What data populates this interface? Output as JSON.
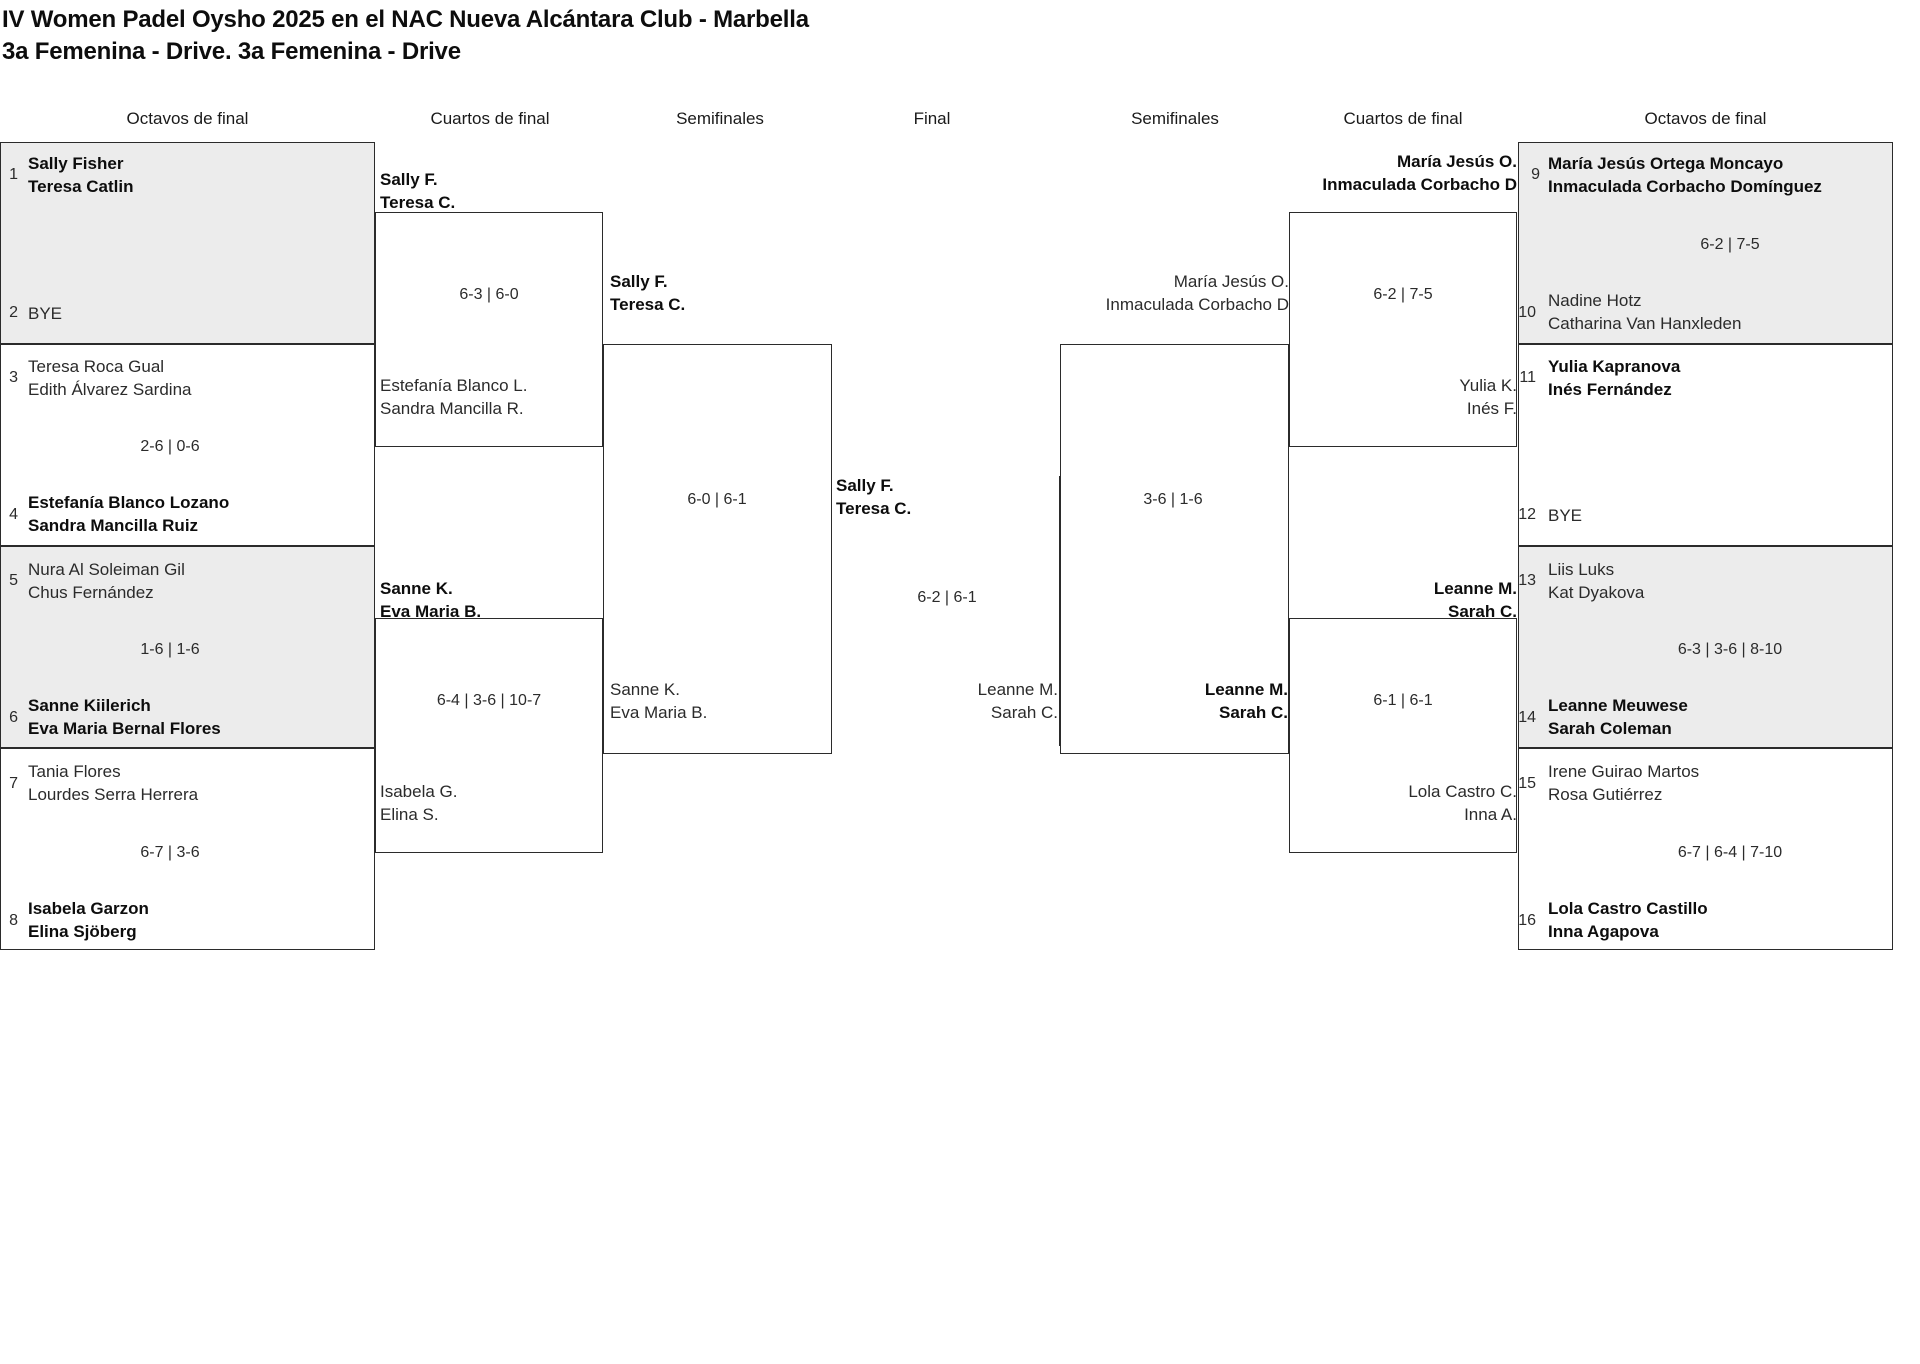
{
  "title": {
    "line1": "IV Women Padel Oysho 2025 en el NAC Nueva Alcántara Club - Marbella",
    "line2": "3a Femenina - Drive. 3a Femenina - Drive"
  },
  "round_headers": {
    "left_r16": "Octavos de final",
    "left_qf": "Cuartos de final",
    "left_sf": "Semifinales",
    "final": "Final",
    "right_sf": "Semifinales",
    "right_qf": "Cuartos de final",
    "right_r16": "Octavos de final"
  },
  "left_r16": [
    {
      "seed_top": "1",
      "top_p1": "Sally Fisher",
      "top_p2": "Teresa Catlin",
      "top_winner": true,
      "score": "",
      "seed_bottom": "2",
      "bottom_p1": "BYE",
      "bottom_p2": "",
      "bottom_winner": false
    },
    {
      "seed_top": "3",
      "top_p1": "Teresa Roca Gual",
      "top_p2": "Edith Álvarez Sardina",
      "top_winner": false,
      "score": "2-6 | 0-6",
      "seed_bottom": "4",
      "bottom_p1": "Estefanía Blanco Lozano",
      "bottom_p2": "Sandra Mancilla Ruiz",
      "bottom_winner": true
    },
    {
      "seed_top": "5",
      "top_p1": "Nura Al Soleiman Gil",
      "top_p2": "Chus Fernández",
      "top_winner": false,
      "score": "1-6 | 1-6",
      "seed_bottom": "6",
      "bottom_p1": "Sanne Kiilerich",
      "bottom_p2": "Eva Maria Bernal Flores",
      "bottom_winner": true
    },
    {
      "seed_top": "7",
      "top_p1": "Tania Flores",
      "top_p2": "Lourdes Serra Herrera",
      "top_winner": false,
      "score": "6-7 | 3-6",
      "seed_bottom": "8",
      "bottom_p1": "Isabela Garzon",
      "bottom_p2": "Elina Sjöberg",
      "bottom_winner": true
    }
  ],
  "left_qf": [
    {
      "top_p1": "Sally F.",
      "top_p2": "Teresa C.",
      "top_winner": true,
      "score": "6-3 | 6-0",
      "bottom_p1": "Estefanía Blanco L.",
      "bottom_p2": "Sandra Mancilla R.",
      "bottom_winner": false
    },
    {
      "top_p1": "Sanne K.",
      "top_p2": "Eva Maria B.",
      "top_winner": true,
      "score": "6-4 | 3-6 | 10-7",
      "bottom_p1": "Isabela G.",
      "bottom_p2": "Elina S.",
      "bottom_winner": false
    }
  ],
  "left_sf": [
    {
      "top_p1": "Sally F.",
      "top_p2": "Teresa C.",
      "top_winner": true,
      "score": "6-0 | 6-1",
      "bottom_p1": "Sanne K.",
      "bottom_p2": "Eva Maria B.",
      "bottom_winner": false
    }
  ],
  "final": {
    "top_p1": "Sally F.",
    "top_p2": "Teresa C.",
    "top_winner": true,
    "score": "6-2 | 6-1",
    "bottom_p1": "Leanne M.",
    "bottom_p2": "Sarah C.",
    "bottom_winner": false
  },
  "right_sf": [
    {
      "top_p1": "María Jesús O.",
      "top_p2": "Inmaculada Corbacho D",
      "top_winner": false,
      "score": "3-6 | 1-6",
      "bottom_p1": "Leanne M.",
      "bottom_p2": "Sarah C.",
      "bottom_winner": true
    }
  ],
  "right_qf": [
    {
      "top_p1": "María Jesús O.",
      "top_p2": "Inmaculada Corbacho D",
      "top_winner": true,
      "score": "6-2 | 7-5",
      "bottom_p1": "Yulia K.",
      "bottom_p2": "Inés F.",
      "bottom_winner": false
    },
    {
      "top_p1": "Leanne M.",
      "top_p2": "Sarah C.",
      "top_winner": true,
      "score": "6-1 | 6-1",
      "bottom_p1": "Lola Castro C.",
      "bottom_p2": "Inna A.",
      "bottom_winner": false
    }
  ],
  "right_r16": [
    {
      "seed_top": "9",
      "top_p1": "María Jesús Ortega Moncayo",
      "top_p2": "Inmaculada Corbacho Domínguez",
      "top_winner": true,
      "score": "6-2 | 7-5",
      "seed_bottom": "10",
      "bottom_p1": "Nadine Hotz",
      "bottom_p2": "Catharina Van Hanxleden",
      "bottom_winner": false
    },
    {
      "seed_top": "11",
      "top_p1": "Yulia Kapranova",
      "top_p2": "Inés Fernández",
      "top_winner": true,
      "score": "",
      "seed_bottom": "12",
      "bottom_p1": "BYE",
      "bottom_p2": "",
      "bottom_winner": false
    },
    {
      "seed_top": "13",
      "top_p1": "Liis Luks",
      "top_p2": "Kat Dyakova",
      "top_winner": false,
      "score": "6-3 | 3-6 | 8-10",
      "seed_bottom": "14",
      "bottom_p1": "Leanne Meuwese",
      "bottom_p2": "Sarah Coleman",
      "bottom_winner": true
    },
    {
      "seed_top": "15",
      "top_p1": "Irene Guirao Martos",
      "top_p2": "Rosa Gutiérrez",
      "top_winner": false,
      "score": "6-7 | 6-4 | 7-10",
      "seed_bottom": "16",
      "bottom_p1": "Lola Castro Castillo",
      "bottom_p2": "Inna Agapova",
      "bottom_winner": true
    }
  ]
}
